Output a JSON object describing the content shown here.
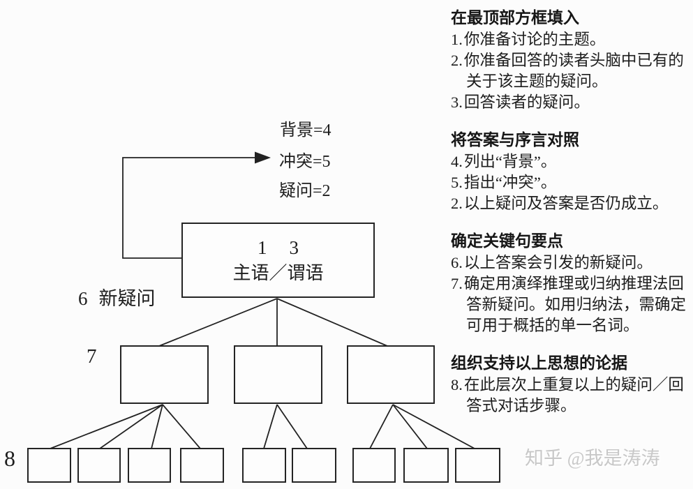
{
  "page": {
    "bg": "#fcfcfc",
    "ink": "#222222",
    "watermark_color": "#c8c8c8"
  },
  "diagram": {
    "intro_labels": {
      "background": "背景=4",
      "conflict": "冲突=5",
      "question": "疑问=2"
    },
    "top_box": {
      "num_left": "1",
      "num_right": "3",
      "subject": "主语／谓语"
    },
    "side_labels": {
      "new_question_num": "6",
      "new_question_text": "新疑问",
      "level2_num": "7",
      "level3_num": "8"
    }
  },
  "instructions": {
    "sections": [
      {
        "title": "在最顶部方框填入",
        "items": [
          {
            "num": "1.",
            "text": "你准备讨论的主题。"
          },
          {
            "num": "2.",
            "text": "你准备回答的读者头脑中已有的关于该主题的疑问。"
          },
          {
            "num": "3.",
            "text": "回答读者的疑问。"
          }
        ]
      },
      {
        "title": "将答案与序言对照",
        "items": [
          {
            "num": "4.",
            "text": "列出“背景”。"
          },
          {
            "num": "5.",
            "text": "指出“冲突”。"
          },
          {
            "num": "2.",
            "text": "以上疑问及答案是否仍成立。"
          }
        ]
      },
      {
        "title": "确定关键句要点",
        "items": [
          {
            "num": "6.",
            "text": "以上答案会引发的新疑问。"
          },
          {
            "num": "7.",
            "text": "确定用演绎推理或归纳推理法回答新疑问。如用归纳法，需确定可用于概括的单一名词。"
          }
        ]
      },
      {
        "title": "组织支持以上思想的论据",
        "items": [
          {
            "num": "8.",
            "text": "在此层次上重复以上的疑问／回答式对话步骤。"
          }
        ]
      }
    ]
  },
  "watermark": "知乎 @我是涛涛"
}
